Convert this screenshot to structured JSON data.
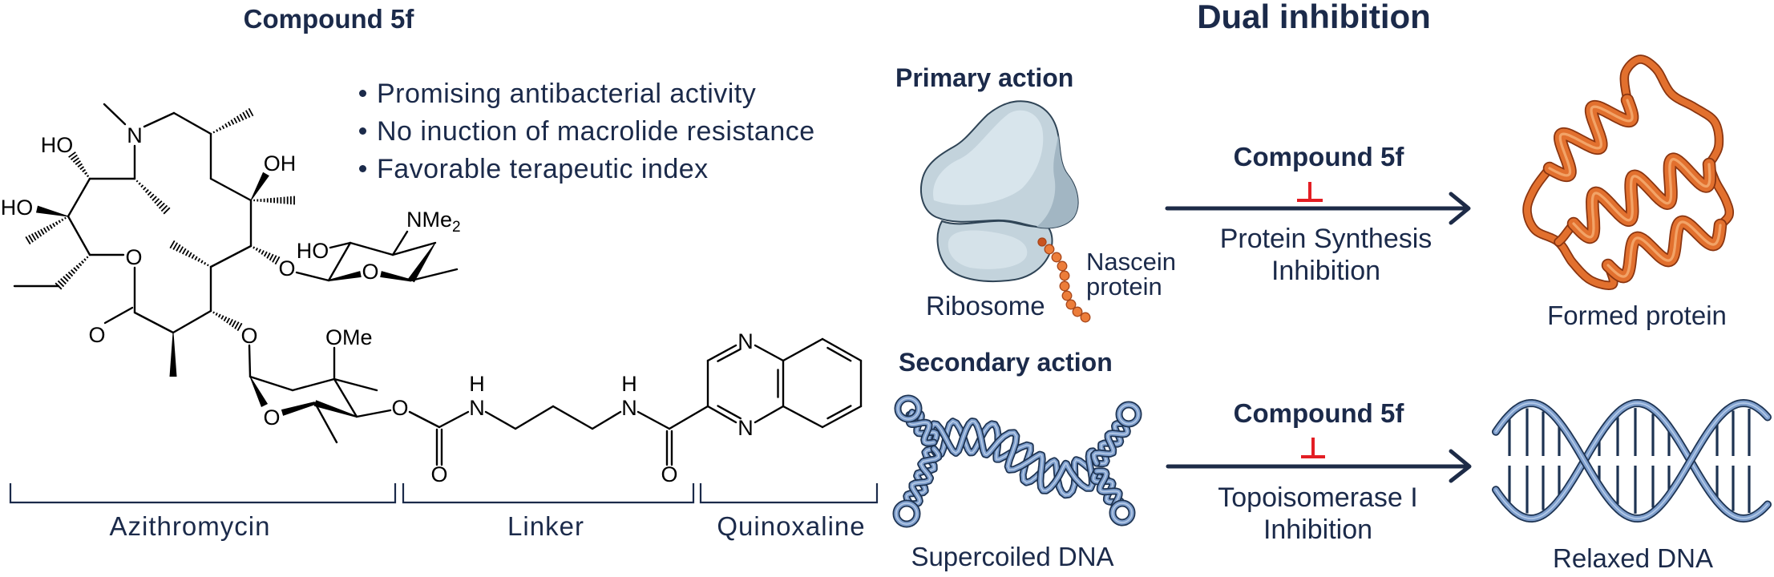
{
  "figure": {
    "left_panel": {
      "title": "Compound 5f",
      "bullets": [
        "Promising antibacterial activity",
        "No inuction of macrolide resistance",
        "Favorable terapeutic index"
      ],
      "atom_labels": {
        "n_macrocycle": "N",
        "ho_top": "HO",
        "ho_left": "HO",
        "o_lactone_ring": "O",
        "oh_right": "OH",
        "o_glycoside_desosamine": "O",
        "ho_desosamine": "HO",
        "o_desosamine_ring": "O",
        "nme2_main": "NMe",
        "nme2_sub": "2",
        "o_lactone_carbonyl": "O",
        "o_glycoside_cladinose": "O",
        "ome": "OMe",
        "o_cladinose_ring": "O",
        "o_carbamate_ester": "O",
        "o_carbamate_carbonyl": "O",
        "n_carbamate": "N",
        "h_carbamate": "H",
        "n_amide": "N",
        "h_amide": "H",
        "o_amide_carbonyl": "O",
        "n_quinoxaline_4": "N",
        "n_quinoxaline_1": "N"
      },
      "segments": [
        {
          "label": "Azithromycin"
        },
        {
          "label": "Linker"
        },
        {
          "label": "Quinoxaline"
        }
      ]
    },
    "right_panel": {
      "title": "Dual inhibition",
      "primary": {
        "heading": "Primary action",
        "target_label": "Ribosome",
        "chain_label": [
          "Nascein",
          "protein"
        ],
        "inhibitor": "Compound 5f",
        "process": [
          "Protein Synthesis",
          "Inhibition"
        ],
        "product_label": "Formed protein"
      },
      "secondary": {
        "heading": "Secondary action",
        "target_label": "Supercoiled DNA",
        "inhibitor": "Compound 5f",
        "process": [
          "Topoisomerase I",
          "Inhibition"
        ],
        "product_label": "Relaxed DNA"
      }
    }
  },
  "colors": {
    "text": "#1b2a4a",
    "inhibition_mark": "#e31e24",
    "arrow": "#1d2b47",
    "ribosome": "#c3d3dc",
    "ribosome_outline": "#2f4456",
    "protein": "#e2702e",
    "protein_outline": "#8a3510",
    "dna": "#7f9fcd",
    "dna_outline": "#1d3352",
    "bond": "#000000"
  }
}
